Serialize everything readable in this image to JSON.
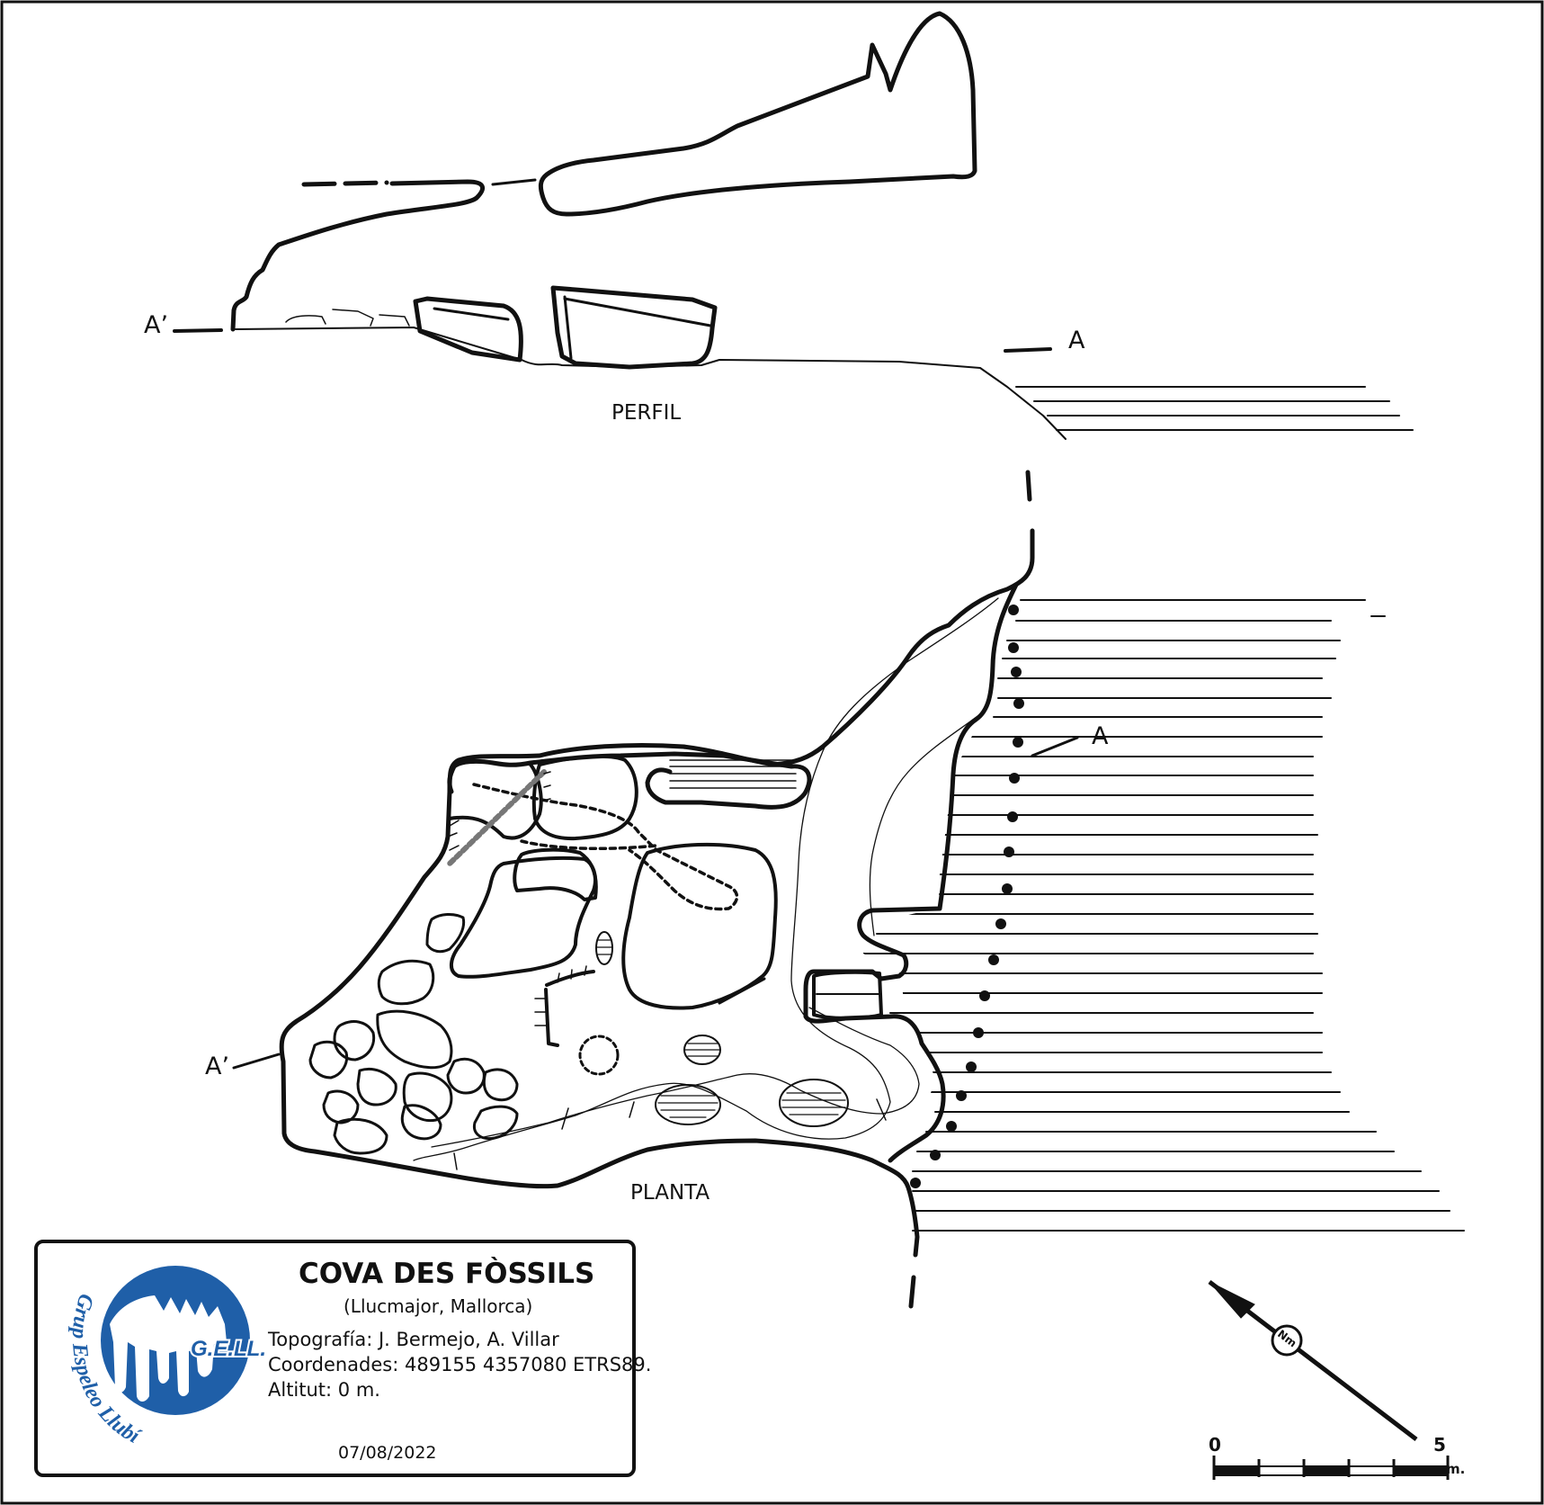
{
  "sections": {
    "profile_label": "PERFIL",
    "plan_label": "PLANTA"
  },
  "markers": {
    "profile_left": "A’",
    "profile_right": "A",
    "plan_left": "A’",
    "plan_right": "A"
  },
  "title_box": {
    "cave_name": "COVA DES FÒSSILS",
    "location": "(Llucmajor, Mallorca)",
    "topography": "Topografía: J. Bermejo, A. Villar",
    "coordinates": "Coordenades: 489155 4357080 ETRS89.",
    "altitude": "Altitut: 0 m.",
    "date": "07/08/2022",
    "logo": {
      "acronym": "G.E.LL.",
      "club_name": "Grup Espeleo Llubí",
      "color": "#1f5fa8"
    }
  },
  "north_arrow": {
    "label": "Nm",
    "icon": "north-arrow-icon"
  },
  "scale_bar": {
    "start_label": "0",
    "end_label": "5",
    "unit_label": "m.",
    "length_m": 5
  },
  "legend_symbols": {
    "sea_hatching": "horizontal-lines",
    "cliff_edge": "dotted-line",
    "boulders": "outlined-blocks"
  }
}
